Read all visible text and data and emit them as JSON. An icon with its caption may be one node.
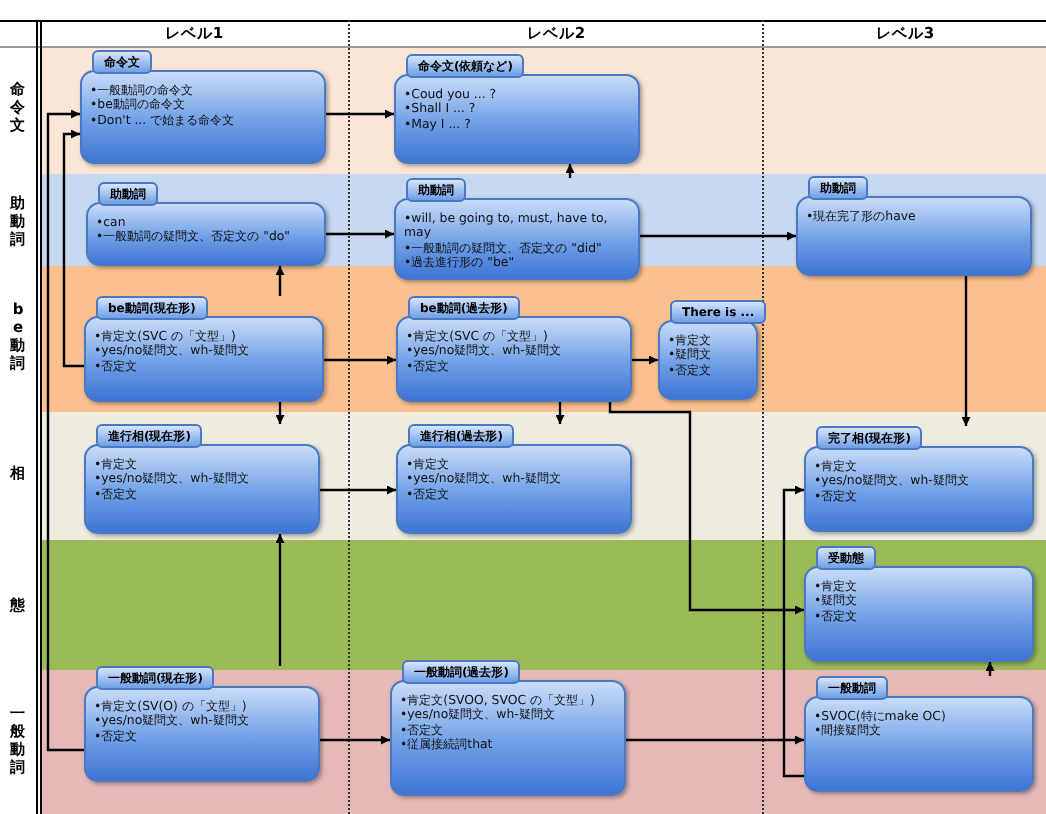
{
  "diagram": {
    "nodes": [
      {
        "text": [
          "命令文",
          "•一般動詞の命令文",
          "•be動詞の命令文",
          "•Don't ... で始まる命令文"
        ]
      },
      {
        "text": [
          "命令文(依頼など)",
          "•Coud you ... ?",
          "•Shall I ... ?",
          "•May I ... ?"
        ]
      },
      {
        "text": [
          "助動詞",
          "•can",
          "•一般動詞の疑問文、否定文の \"do\""
        ]
      },
      {
        "text": [
          "助動詞",
          "•will, be going to, must, have to, may",
          "•一般動詞の疑問文、否定文の \"did\"",
          "•過去進行形の \"be\""
        ]
      },
      {
        "text": [
          "助動詞",
          "•現在完了形のhave"
        ]
      },
      {
        "text": [
          "be動詞(現在形)",
          "•肯定文(SVC の「文型」)",
          "•yes/no疑問文、wh-疑問文",
          "•否定文"
        ]
      },
      {
        "text": [
          "be動詞(過去形)",
          "•肯定文(SVC の「文型」)",
          "•yes/no疑問文、wh-疑問文",
          "•否定文"
        ]
      },
      {
        "text": [
          "There is ...",
          "•肯定文",
          "•疑問文",
          "•否定文"
        ]
      },
      {
        "text": [
          "進行相(現在形)",
          "•肯定文",
          "•yes/no疑問文、wh-疑問文",
          "•否定文"
        ]
      },
      {
        "text": [
          "進行相(過去形)",
          "•肯定文",
          "•yes/no疑問文、wh-疑問文",
          "•否定文"
        ]
      },
      {
        "text": [
          "完了相(現在形)",
          "•肯定文",
          "•yes/no疑問文、wh-疑問文",
          "•否定文"
        ]
      },
      {
        "text": [
          "受動態",
          "•肯定文",
          "•疑問文",
          "•否定文"
        ]
      },
      {
        "text": [
          "一般動詞(現在形)",
          "•肯定文(SV(O) の「文型」)",
          "•yes/no疑問文、wh-疑問文",
          "•否定文"
        ]
      },
      {
        "text": [
          "一般動詞(過去形)",
          "•肯定文(SVOO, SVOC の「文型」)",
          "•yes/no疑問文、wh-疑問文",
          "•否定文",
          "•従属接続詞that"
        ]
      },
      {
        "text": [
          "一般動詞",
          "•SVOC(特にmake OC)",
          "•間接疑問文"
        ]
      }
    ],
    "edges": [
      {
        "from": 0,
        "to": 1,
        "arrow": "to"
      },
      {
        "from": 2,
        "to": 3,
        "arrow": "to"
      },
      {
        "from": 3,
        "to": 4,
        "arrow": "to"
      },
      {
        "from": 3,
        "to": 1,
        "arrow": "to"
      },
      {
        "from": 5,
        "to": 2,
        "arrow": "to"
      },
      {
        "from": 5,
        "to": 6,
        "arrow": "to"
      },
      {
        "from": 6,
        "to": 7,
        "arrow": "to"
      },
      {
        "from": 5,
        "to": 8,
        "arrow": "to"
      },
      {
        "from": 6,
        "to": 9,
        "arrow": "to"
      },
      {
        "from": 8,
        "to": 9,
        "arrow": "to"
      },
      {
        "from": 12,
        "to": 8,
        "arrow": "to"
      },
      {
        "from": 12,
        "to": 13,
        "arrow": "to"
      },
      {
        "from": 13,
        "to": 14,
        "arrow": "to"
      },
      {
        "from": 4,
        "to": 10,
        "arrow": "to"
      },
      {
        "from": 6,
        "to": 11,
        "arrow": "to"
      },
      {
        "from": 14,
        "to": 10,
        "arrow": "to"
      },
      {
        "from": 14,
        "to": 11,
        "arrow": "to"
      },
      {
        "from": 12,
        "to": 0,
        "arrow": "to"
      },
      {
        "from": 5,
        "to": 0,
        "arrow": "to"
      }
    ],
    "labels": [
      "レベル1",
      "レベル2",
      "レベル3",
      "命令文",
      "助動詞",
      "be動詞",
      "相",
      "態",
      "一般動詞"
    ]
  }
}
